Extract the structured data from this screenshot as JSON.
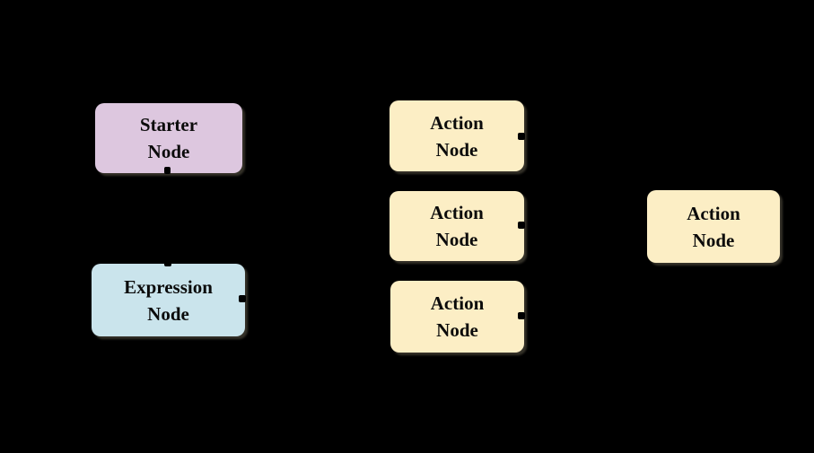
{
  "diagram": {
    "background_color": "#000000",
    "text_color": "#0b0b0b",
    "node_colors": {
      "starter": "#ddc7df",
      "action": "#fceec5",
      "expression": "#cae4ec"
    },
    "nodes": [
      {
        "id": "starter",
        "type": "starter",
        "fill": "#ddc7df",
        "lines": [
          "Starter",
          "Node"
        ]
      },
      {
        "id": "action-1",
        "type": "action",
        "fill": "#fceec5",
        "lines": [
          "Action",
          "Node"
        ]
      },
      {
        "id": "action-2",
        "type": "action",
        "fill": "#fceec5",
        "lines": [
          "Action",
          "Node"
        ]
      },
      {
        "id": "action-3",
        "type": "action",
        "fill": "#fceec5",
        "lines": [
          "Action",
          "Node"
        ]
      },
      {
        "id": "action-right",
        "type": "action",
        "fill": "#fceec5",
        "lines": [
          "Action",
          "Node"
        ]
      },
      {
        "id": "expression",
        "type": "expression",
        "fill": "#cae4ec",
        "lines": [
          "Expression",
          "Node"
        ]
      }
    ]
  }
}
